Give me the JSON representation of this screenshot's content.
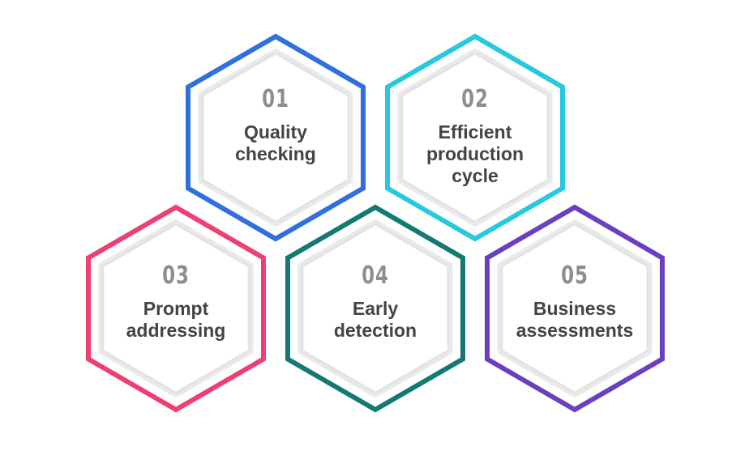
{
  "items": [
    {
      "number": "01",
      "label": "Quality\nchecking",
      "color": "#2f6fe0"
    },
    {
      "number": "02",
      "label": "Efficient\nproduction\ncycle",
      "color": "#27c9e0"
    },
    {
      "number": "03",
      "label": "Prompt\naddressing",
      "color": "#ef3f72"
    },
    {
      "number": "04",
      "label": "Early\ndetection",
      "color": "#137a72"
    },
    {
      "number": "05",
      "label": "Business\nassessments",
      "color": "#6a3fc0"
    }
  ]
}
